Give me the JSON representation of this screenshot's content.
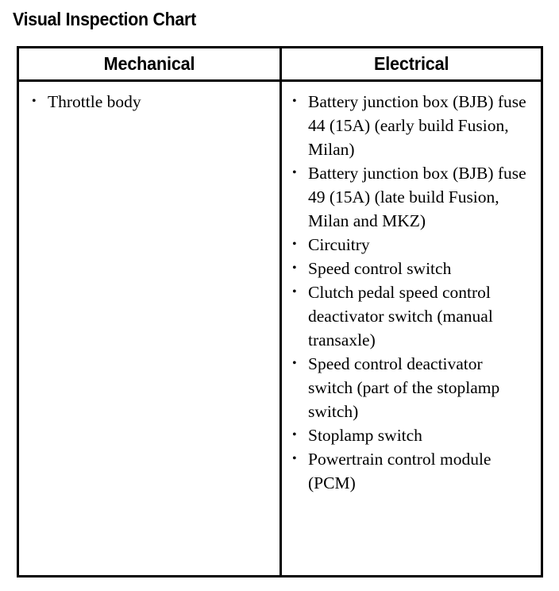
{
  "document": {
    "title": "Visual Inspection Chart"
  },
  "table": {
    "columns": [
      {
        "header": "Mechanical"
      },
      {
        "header": "Electrical"
      }
    ],
    "mechanical_items": [
      "Throttle body"
    ],
    "electrical_items": [
      "Battery junction box (BJB) fuse 44 (15A) (early build Fusion, Milan)",
      "Battery junction box (BJB) fuse 49 (15A) (late build Fusion, Milan and MKZ)",
      "Circuitry",
      "Speed control switch",
      "Clutch pedal speed control deactivator switch (manual transaxle)",
      "Speed control deactivator switch (part of the stoplamp switch)",
      "Stoplamp switch",
      "Powertrain control module (PCM)"
    ],
    "border_color": "#000000",
    "text_color": "#000000",
    "background_color": "#ffffff"
  }
}
